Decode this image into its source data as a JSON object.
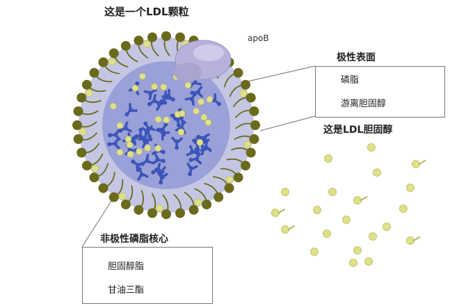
{
  "title": "这是一个LDL颗粒",
  "protein_label": "apoB",
  "polar_surface": {
    "title": "极性表面",
    "items": [
      "磷脂",
      "游离胆固醇"
    ]
  },
  "free_cholesterol_label": "这是LDL胆固醇",
  "core": {
    "title": "非极性磷脂核心",
    "items": [
      "胆固醇脂",
      "甘油三酯"
    ]
  },
  "colors": {
    "core_fill": "#9aa0d8",
    "outer_ring": "#c4c6e4",
    "phospholipid_head": "#6b6a1c",
    "cholesterol": "#e0e08a",
    "triglyceride": "#3c55b8",
    "apob": "#b7b2dc",
    "leader_line": "#888888"
  }
}
